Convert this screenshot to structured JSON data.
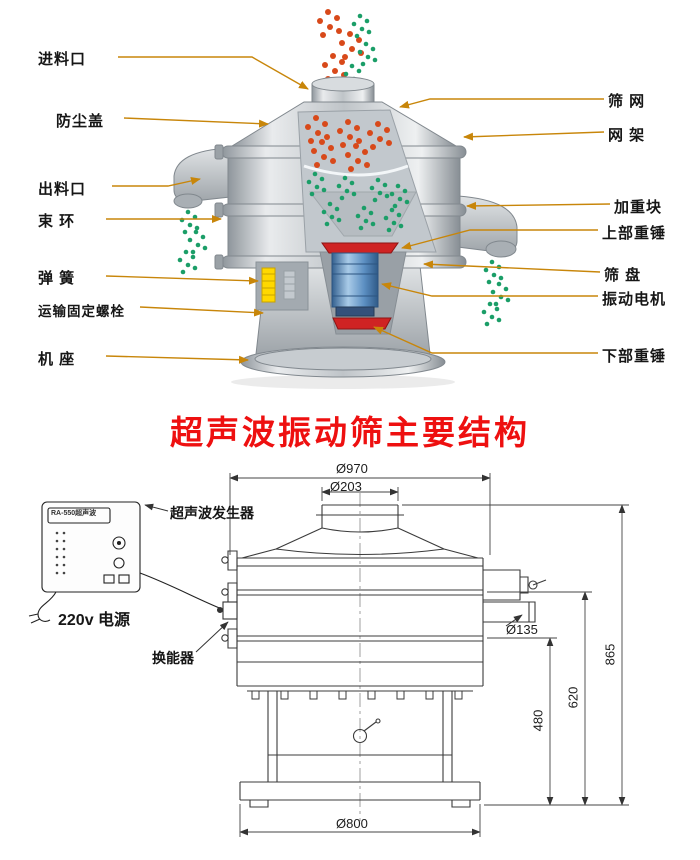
{
  "title": "超声波振动筛主要结构",
  "labels_left": [
    {
      "text": "进料口"
    },
    {
      "text": "防尘盖"
    },
    {
      "text": "出料口"
    },
    {
      "text": "束 环"
    },
    {
      "text": "弹 簧"
    },
    {
      "text": "运输固定螺栓"
    },
    {
      "text": "机 座"
    }
  ],
  "labels_right": [
    {
      "text": "筛 网"
    },
    {
      "text": "网 架"
    },
    {
      "text": "加重块"
    },
    {
      "text": "上部重锤"
    },
    {
      "text": "筛 盘"
    },
    {
      "text": "振动电机"
    },
    {
      "text": "下部重锤"
    }
  ],
  "drawing": {
    "generator_label": "超声波发生器",
    "generator_model": "RA-550超声波",
    "power_label": "220v 电源",
    "transducer_label": "换能器",
    "dims": {
      "top_width": "Ø970",
      "inlet": "Ø203",
      "outlet": "Ø135",
      "total_height": "865",
      "mid_height": "620",
      "inner_height": "480",
      "base_width": "Ø800"
    }
  },
  "colors": {
    "title_red": "#ee1010",
    "leader_orange": "#c8860a",
    "motor_blue": "#5c8fc2",
    "particle_red": "#d8491a",
    "particle_green": "#1b9e68",
    "spring_yellow": "#ffd800"
  }
}
